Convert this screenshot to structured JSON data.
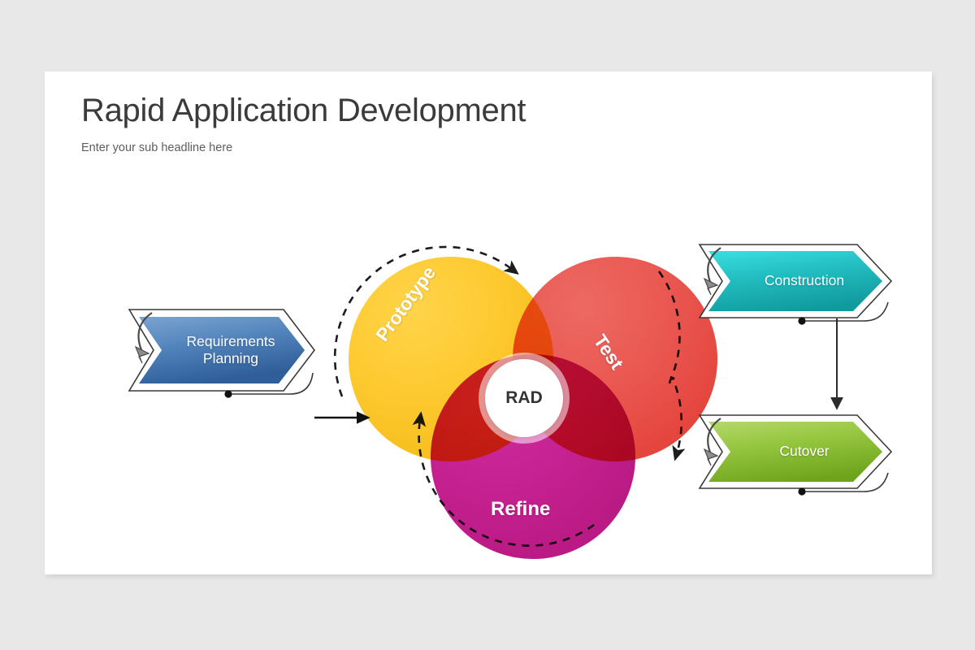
{
  "slide": {
    "title": "Rapid Application Development",
    "subtitle": "Enter your sub headline here",
    "background": "#ffffff",
    "page_background": "#e9e8e9"
  },
  "diagram": {
    "type": "venn-cycle",
    "center": {
      "label": "RAD",
      "color": "#ffffff",
      "text_color": "#333333"
    },
    "circles": [
      {
        "label": "Prototype",
        "color": "#fdc92f",
        "position": "top-left",
        "rotation_deg": -54
      },
      {
        "label": "Test",
        "color": "#e9564f",
        "position": "top-right",
        "rotation_deg": 56
      },
      {
        "label": "Refine",
        "color": "#c4208f",
        "position": "bottom",
        "rotation_deg": 0
      }
    ],
    "arcs": [
      {
        "name": "prototype-arc",
        "style": "dashed",
        "arrowhead": "end",
        "direction": "clockwise"
      },
      {
        "name": "test-arc",
        "style": "dashed",
        "arrowhead": "end",
        "direction": "clockwise"
      },
      {
        "name": "refine-arc",
        "style": "dashed",
        "arrowhead": "end",
        "direction": "counter-clockwise"
      }
    ],
    "chevrons": [
      {
        "name": "requirements-planning",
        "label": "Requirements\nPlanning",
        "line1": "Requirements",
        "line2": "Planning",
        "color_start": "#6f9bcc",
        "color_end": "#31639f"
      },
      {
        "name": "construction",
        "label": "Construction",
        "color_start": "#2fd6d6",
        "color_end": "#159a9c"
      },
      {
        "name": "cutover",
        "label": "Cutover",
        "color_start": "#a8cf5a",
        "color_end": "#72a521"
      }
    ],
    "connectors": [
      {
        "name": "planning-to-venn",
        "style": "solid",
        "arrowhead": "end",
        "orientation": "horizontal"
      },
      {
        "name": "construction-to-cutover",
        "style": "solid",
        "arrowhead": "end",
        "orientation": "vertical"
      }
    ]
  }
}
